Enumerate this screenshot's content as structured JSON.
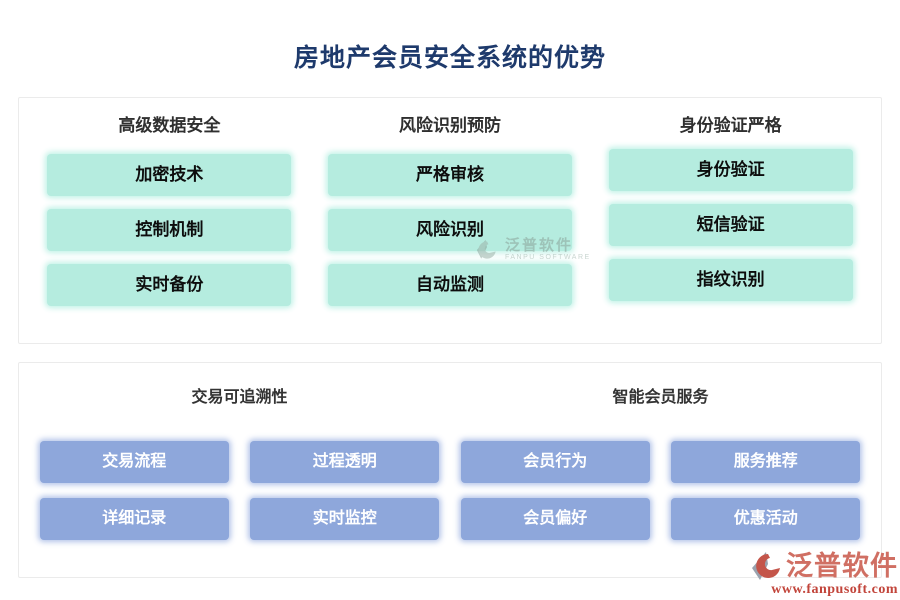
{
  "title": "房地产会员安全系统的优势",
  "colors": {
    "title_navy": "#1e3a6c",
    "teal_chip": "#b5ecdf",
    "blue_chip": "#8ea7db",
    "panel_border": "#ebebeb",
    "brand_red": "#d06f63",
    "url_red": "#c2453b"
  },
  "panels": [
    {
      "name": "security-advantages-top",
      "columns": [
        {
          "header": "高级数据安全",
          "items": [
            "加密技术",
            "控制机制",
            "实时备份"
          ]
        },
        {
          "header": "风险识别预防",
          "items": [
            "严格审核",
            "风险识别",
            "自动监测"
          ]
        },
        {
          "header": "身份验证严格",
          "items": [
            "身份验证",
            "短信验证",
            "指纹识别"
          ]
        }
      ]
    },
    {
      "name": "member-services-bottom",
      "columns": [
        {
          "header": "交易可追溯性",
          "items": [
            "交易流程",
            "过程透明",
            "详细记录",
            "实时监控"
          ]
        },
        {
          "header": "智能会员服务",
          "items": [
            "会员行为",
            "服务推荐",
            "会员偏好",
            "优惠活动"
          ]
        }
      ]
    }
  ],
  "watermark": {
    "brand": "泛普软件",
    "subtext": "FANPU SOFTWARE"
  },
  "footer": {
    "brand": "泛普软件",
    "url": "www.fanpusoft.com"
  }
}
